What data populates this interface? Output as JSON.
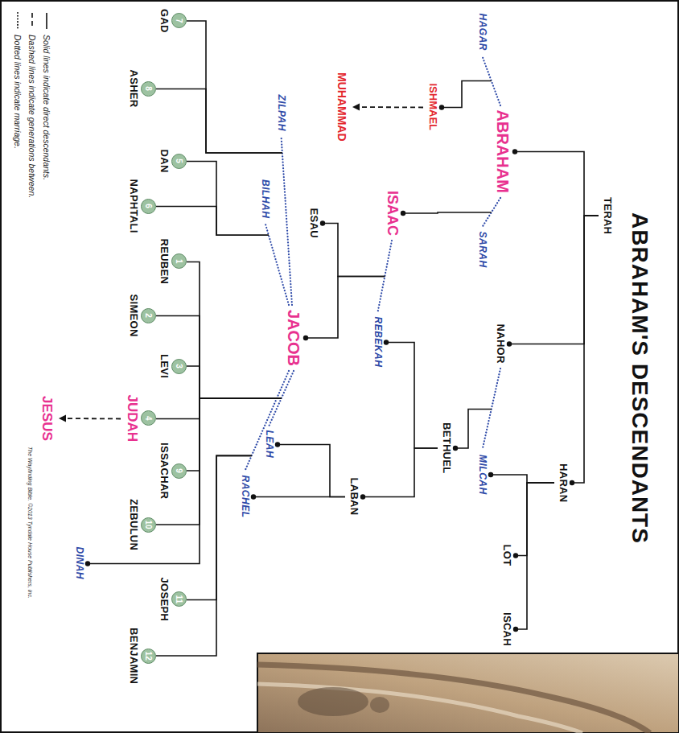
{
  "diagram": {
    "title": "ABRAHAM'S DESCENDANTS",
    "nodes": [
      {
        "text": [
          "TERAH"
        ]
      },
      {
        "text": [
          "ABRAHAM"
        ]
      },
      {
        "text": [
          "NAHOR"
        ]
      },
      {
        "text": [
          "HARAN"
        ]
      },
      {
        "text": [
          "HAGAR"
        ]
      },
      {
        "text": [
          "SARAH"
        ]
      },
      {
        "text": [
          "MILCAH"
        ]
      },
      {
        "text": [
          "LOT"
        ]
      },
      {
        "text": [
          "ISCAH"
        ]
      },
      {
        "text": [
          "ISHMAEL"
        ]
      },
      {
        "text": [
          "ISAAC"
        ]
      },
      {
        "text": [
          "BETHUEL"
        ]
      },
      {
        "text": [
          "REBEKAH"
        ]
      },
      {
        "text": [
          "LABAN"
        ]
      },
      {
        "text": [
          "MUHAMMAD"
        ]
      },
      {
        "text": [
          "ESAU"
        ]
      },
      {
        "text": [
          "JACOB"
        ]
      },
      {
        "text": [
          "ZILPAH"
        ]
      },
      {
        "text": [
          "BILHAH"
        ]
      },
      {
        "text": [
          "LEAH"
        ]
      },
      {
        "text": [
          "RACHEL"
        ]
      },
      {
        "text": [
          "7",
          "GAD"
        ]
      },
      {
        "text": [
          "8",
          "ASHER"
        ]
      },
      {
        "text": [
          "5",
          "DAN"
        ]
      },
      {
        "text": [
          "6",
          "NAPHTALI"
        ]
      },
      {
        "text": [
          "1",
          "REUBEN"
        ]
      },
      {
        "text": [
          "2",
          "SIMEON"
        ]
      },
      {
        "text": [
          "3",
          "LEVI"
        ]
      },
      {
        "text": [
          "4",
          "JUDAH"
        ]
      },
      {
        "text": [
          "9",
          "ISSACHAR"
        ]
      },
      {
        "text": [
          "10",
          "ZEBULUN"
        ]
      },
      {
        "text": [
          "11",
          "JOSEPH"
        ]
      },
      {
        "text": [
          "12",
          "BENJAMIN"
        ]
      },
      {
        "text": [
          "DINAH"
        ]
      },
      {
        "text": [
          "JESUS"
        ]
      }
    ],
    "edges": [
      {
        "from": 0,
        "to": 1,
        "arrow": "none"
      },
      {
        "from": 0,
        "to": 2,
        "arrow": "none"
      },
      {
        "from": 0,
        "to": 3,
        "arrow": "none"
      },
      {
        "from": 1,
        "to": 4,
        "arrow": "none"
      },
      {
        "from": 1,
        "to": 5,
        "arrow": "none"
      },
      {
        "from": 2,
        "to": 6,
        "arrow": "none"
      },
      {
        "from": 3,
        "to": 6,
        "arrow": "none"
      },
      {
        "from": 3,
        "to": 7,
        "arrow": "none"
      },
      {
        "from": 3,
        "to": 8,
        "arrow": "none"
      },
      {
        "from": 1,
        "to": 9,
        "arrow": "none"
      },
      {
        "from": 1,
        "to": 10,
        "arrow": "none"
      },
      {
        "from": 2,
        "to": 11,
        "arrow": "none"
      },
      {
        "from": 11,
        "to": 12,
        "arrow": "none"
      },
      {
        "from": 11,
        "to": 13,
        "arrow": "none"
      },
      {
        "from": 9,
        "to": 14,
        "arrow": "to"
      },
      {
        "from": 10,
        "to": 12,
        "arrow": "none"
      },
      {
        "from": 10,
        "to": 15,
        "arrow": "none"
      },
      {
        "from": 10,
        "to": 16,
        "arrow": "none"
      },
      {
        "from": 13,
        "to": 19,
        "arrow": "none"
      },
      {
        "from": 13,
        "to": 20,
        "arrow": "none"
      },
      {
        "from": 16,
        "to": 17,
        "arrow": "none"
      },
      {
        "from": 16,
        "to": 18,
        "arrow": "none"
      },
      {
        "from": 16,
        "to": 19,
        "arrow": "none"
      },
      {
        "from": 16,
        "to": 20,
        "arrow": "none"
      },
      {
        "from": 16,
        "to": 21,
        "arrow": "none"
      },
      {
        "from": 16,
        "to": 22,
        "arrow": "none"
      },
      {
        "from": 16,
        "to": 23,
        "arrow": "none"
      },
      {
        "from": 16,
        "to": 24,
        "arrow": "none"
      },
      {
        "from": 16,
        "to": 25,
        "arrow": "none"
      },
      {
        "from": 16,
        "to": 26,
        "arrow": "none"
      },
      {
        "from": 16,
        "to": 27,
        "arrow": "none"
      },
      {
        "from": 16,
        "to": 28,
        "arrow": "none"
      },
      {
        "from": 16,
        "to": 29,
        "arrow": "none"
      },
      {
        "from": 16,
        "to": 30,
        "arrow": "none"
      },
      {
        "from": 16,
        "to": 33,
        "arrow": "none"
      },
      {
        "from": 16,
        "to": 31,
        "arrow": "none"
      },
      {
        "from": 16,
        "to": 32,
        "arrow": "none"
      },
      {
        "from": 28,
        "to": 34,
        "arrow": "to"
      }
    ],
    "labels": [
      "The Wayfinding Bible. ©2013 Tyndale House Publishers, Inc."
    ],
    "legend": [
      {
        "text": "Solid lines indicate direct descendants."
      },
      {
        "text": "Dashed lines indicate generations between."
      },
      {
        "text": "Dotted lines indicate marriage."
      }
    ]
  }
}
